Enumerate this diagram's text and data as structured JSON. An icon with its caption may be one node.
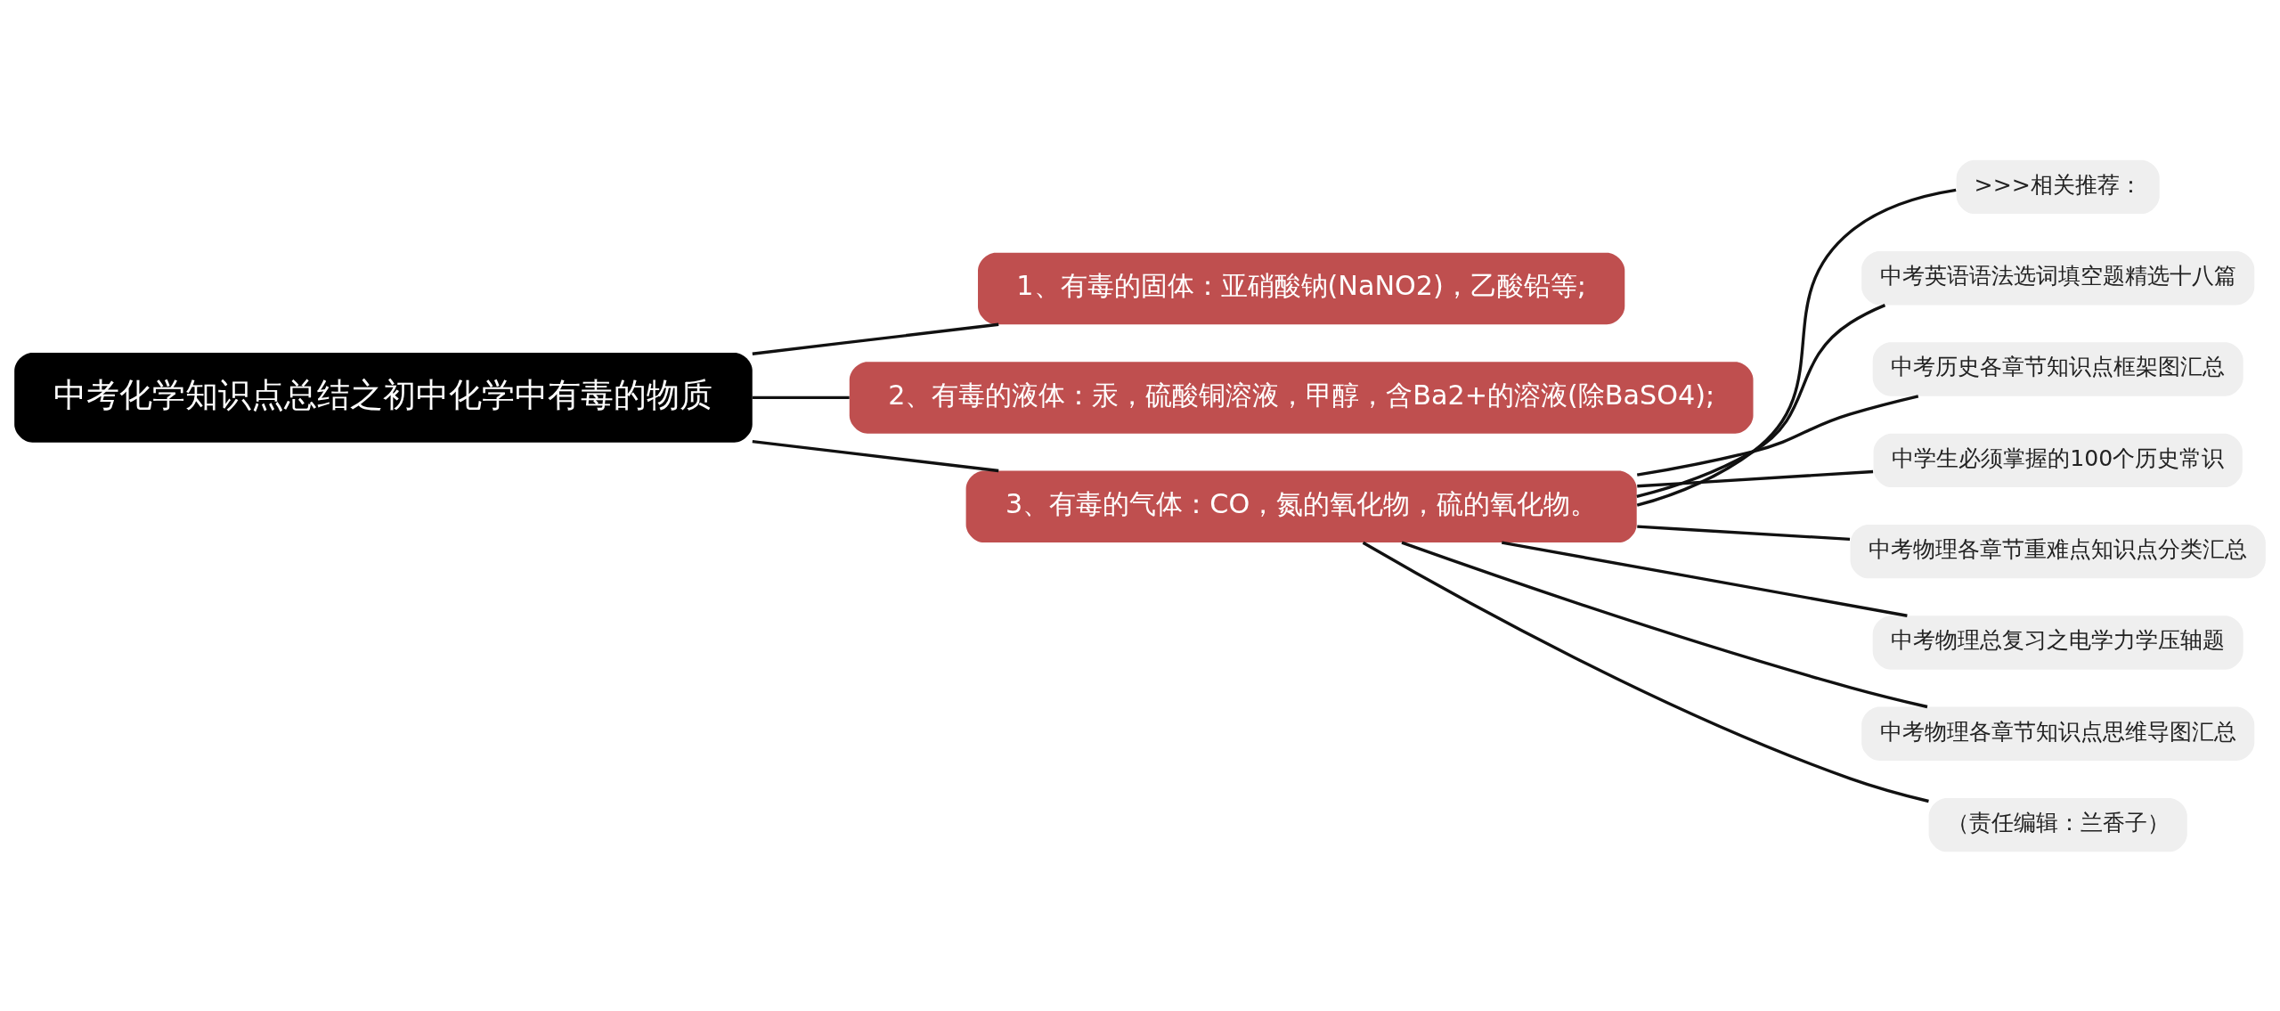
{
  "diagram": {
    "nodes": [
      {
        "text": [
          "中考化学知识点总结之初中化学中有毒的物质"
        ]
      },
      {
        "text": [
          "1、有毒的固体：亚硝酸钠(NaNO2)，乙酸铅等;"
        ]
      },
      {
        "text": [
          "2、有毒的液体：汞，硫酸铜溶液，甲醇，含Ba2+的溶液(除BaSO4);"
        ]
      },
      {
        "text": [
          "3、有毒的气体：CO，氮的氧化物，硫的氧化物。"
        ]
      },
      {
        "text": [
          ">>>相关推荐："
        ]
      },
      {
        "text": [
          "中考英语语法选词填空题精选十八篇"
        ]
      },
      {
        "text": [
          "中考历史各章节知识点框架图汇总"
        ]
      },
      {
        "text": [
          "中学生必须掌握的100个历史常识"
        ]
      },
      {
        "text": [
          "中考物理各章节重难点知识点分类汇总"
        ]
      },
      {
        "text": [
          "中考物理总复习之电学力学压轴题"
        ]
      },
      {
        "text": [
          "中考物理各章节知识点思维导图汇总"
        ]
      },
      {
        "text": [
          "（责任编辑：兰香子）"
        ]
      }
    ],
    "edges": [
      {
        "from": 0,
        "to": 1,
        "arrow": "none"
      },
      {
        "from": 0,
        "to": 2,
        "arrow": "none"
      },
      {
        "from": 0,
        "to": 3,
        "arrow": "none"
      },
      {
        "from": 3,
        "to": 4,
        "arrow": "none"
      },
      {
        "from": 3,
        "to": 5,
        "arrow": "none"
      },
      {
        "from": 3,
        "to": 6,
        "arrow": "none"
      },
      {
        "from": 3,
        "to": 7,
        "arrow": "none"
      },
      {
        "from": 3,
        "to": 8,
        "arrow": "none"
      },
      {
        "from": 3,
        "to": 9,
        "arrow": "none"
      },
      {
        "from": 3,
        "to": 10,
        "arrow": "none"
      },
      {
        "from": 3,
        "to": 11,
        "arrow": "none"
      }
    ]
  }
}
